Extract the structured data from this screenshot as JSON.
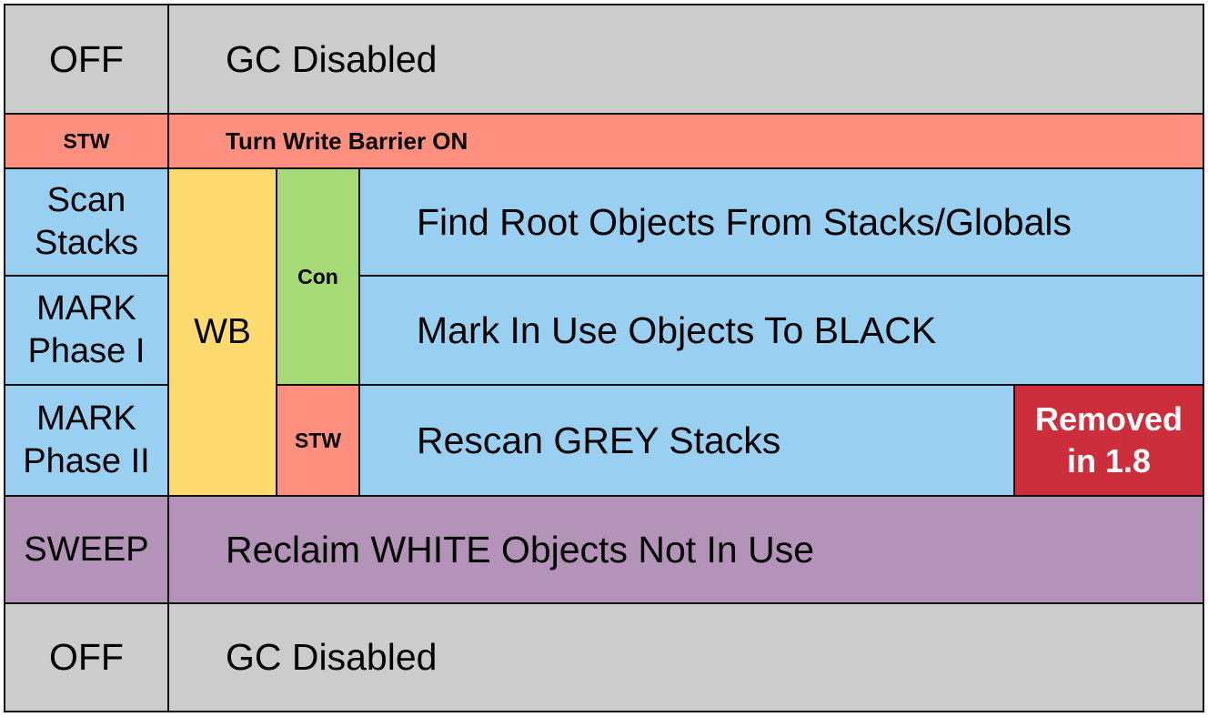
{
  "colors": {
    "off": "#cccccc",
    "stw": "#ff9080",
    "scan": "#99d0f2",
    "wb": "#ffda6e",
    "con": "#a6da76",
    "removed": "#cc2e3c",
    "sweep": "#b393b7",
    "border": "#111111"
  },
  "rows": {
    "off_top": {
      "phase": "OFF",
      "description": "GC Disabled"
    },
    "stw_barrier": {
      "phase": "STW",
      "description": "Turn Write Barrier ON"
    },
    "scan_stacks": {
      "phase": "Scan\nStacks",
      "description": "Find Root Objects From Stacks/Globals"
    },
    "mark_phase_1": {
      "phase": "MARK\nPhase I",
      "description": "Mark In Use Objects To BLACK"
    },
    "mark_phase_2": {
      "phase": "MARK\nPhase II",
      "description": "Rescan GREY Stacks"
    },
    "sweep": {
      "phase": "SWEEP",
      "description": "Reclaim WHITE Objects Not In Use"
    },
    "off_bottom": {
      "phase": "OFF",
      "description": "GC Disabled"
    }
  },
  "markers": {
    "write_barrier": "WB",
    "concurrent": "Con",
    "rescan_stw": "STW",
    "removed_note": "Removed\nin 1.8"
  }
}
